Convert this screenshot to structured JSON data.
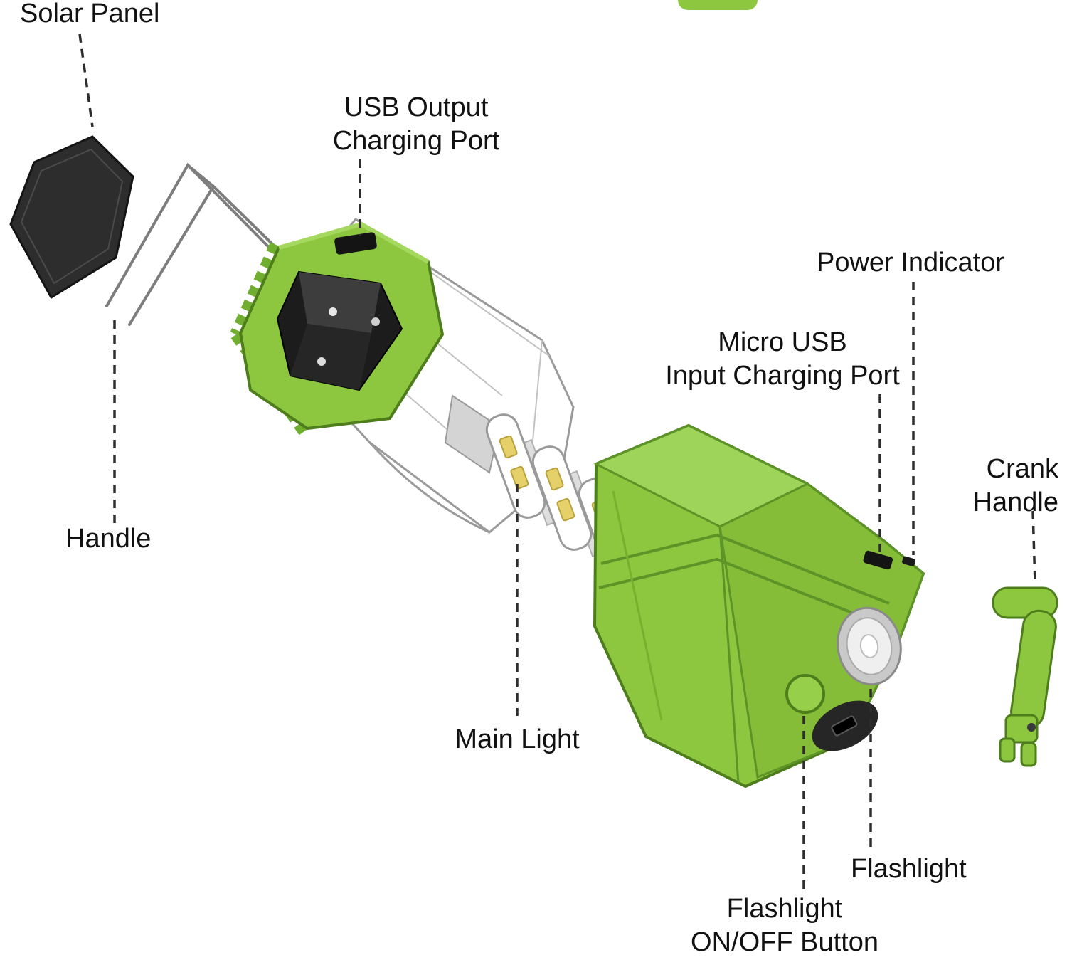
{
  "labels": {
    "solar_panel": "Solar Panel",
    "usb_output": [
      "USB Output",
      "Charging Port"
    ],
    "power_indicator": "Power Indicator",
    "micro_usb": [
      "Micro USB",
      "Input Charging Port"
    ],
    "crank_handle": [
      "Crank",
      "Handle"
    ],
    "handle": "Handle",
    "main_light": "Main Light",
    "flashlight": "Flashlight",
    "flashlight_onoff": [
      "Flashlight",
      "ON/OFF Button"
    ]
  },
  "colors": {
    "body_green": "#8dc63f",
    "body_green_light": "#9ed45a",
    "body_green_mid": "#85bd39",
    "body_green_dark": "#4e7d1c",
    "solar_panel_black": "#2d2d2d",
    "led_yellow": "#e6d06a",
    "leader_line": "#2d2d2d",
    "label_text": "#111111",
    "background": "#ffffff"
  }
}
